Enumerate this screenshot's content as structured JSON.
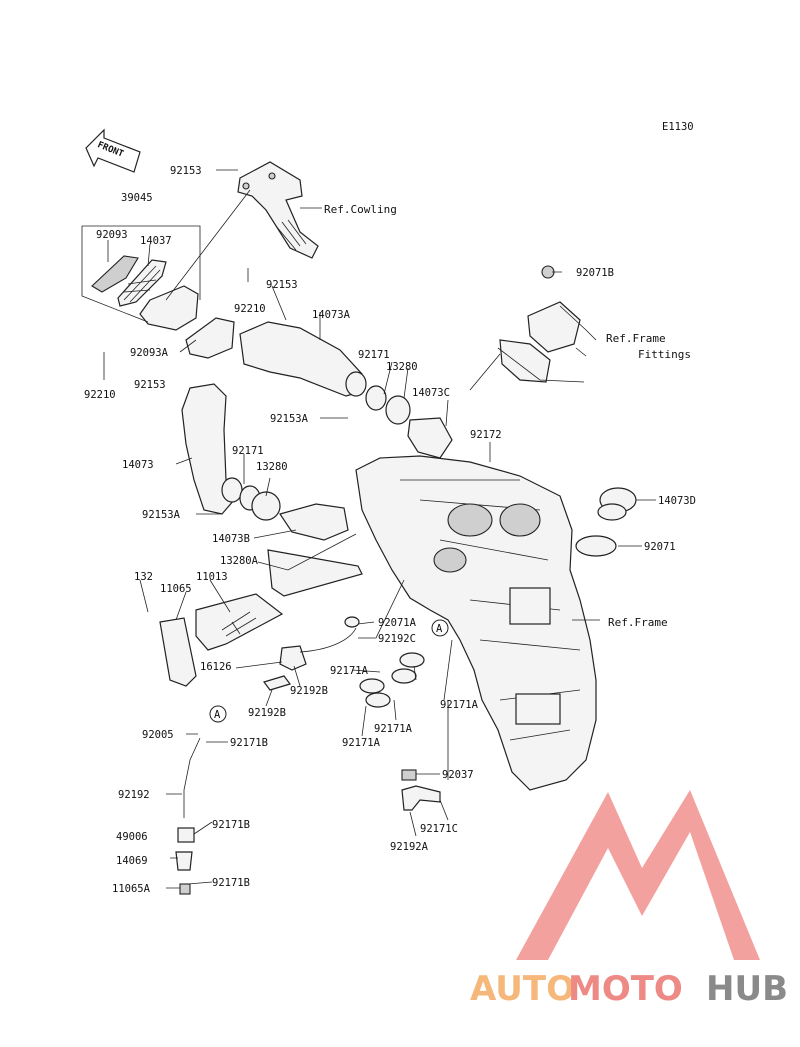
{
  "diagram_code": "E1130",
  "front_label": "FRONT",
  "labels": {
    "p92153_top": "92153",
    "p39045": "39045",
    "p92093": "92093",
    "p14037": "14037",
    "p92210_a": "92210",
    "p92153_b": "92153",
    "p92093A": "92093A",
    "p92210_b": "92210",
    "p92153_c": "92153",
    "p14073A": "14073A",
    "p92171_a": "92171",
    "p13280_a": "13280",
    "p14073C": "14073C",
    "p92153A_a": "92153A",
    "p92172": "92172",
    "p14073": "14073",
    "p92171_b": "92171",
    "p13280_b": "13280",
    "p92153A_b": "92153A",
    "p14073B": "14073B",
    "p13280A": "13280A",
    "p132": "132",
    "p11065": "11065",
    "p11013": "11013",
    "p92071A": "92071A",
    "p92192C": "92192C",
    "p16126": "16126",
    "p92192B_a": "92192B",
    "p92192B_b": "92192B",
    "p92171A_a": "92171A",
    "p92171A_b": "92171A",
    "p92171A_c": "92171A",
    "p92171A_d": "92171A",
    "p92071B": "92071B",
    "p14073D": "14073D",
    "p92071": "92071",
    "p92005": "92005",
    "p92171B_a": "92171B",
    "p92192": "92192",
    "p92171B_b": "92171B",
    "p49006": "49006",
    "p14069": "14069",
    "p92171B_c": "92171B",
    "p11065A": "11065A",
    "p92037": "92037",
    "p92171C": "92171C",
    "p92192A": "92192A",
    "marker_a1": "A",
    "marker_a2": "A"
  },
  "refs": {
    "cowling": "Ref.Cowling",
    "frame_fittings_1": "Ref.Frame",
    "frame_fittings_2": "Fittings",
    "frame": "Ref.Frame"
  },
  "watermark": {
    "part1": "AUTO",
    "part2": "MOTO",
    "part3": "HUB",
    "color1": "#f5b87a",
    "color2": "#ee8a86",
    "color3": "#8a8a8a",
    "logo_color": "#f08a86"
  }
}
